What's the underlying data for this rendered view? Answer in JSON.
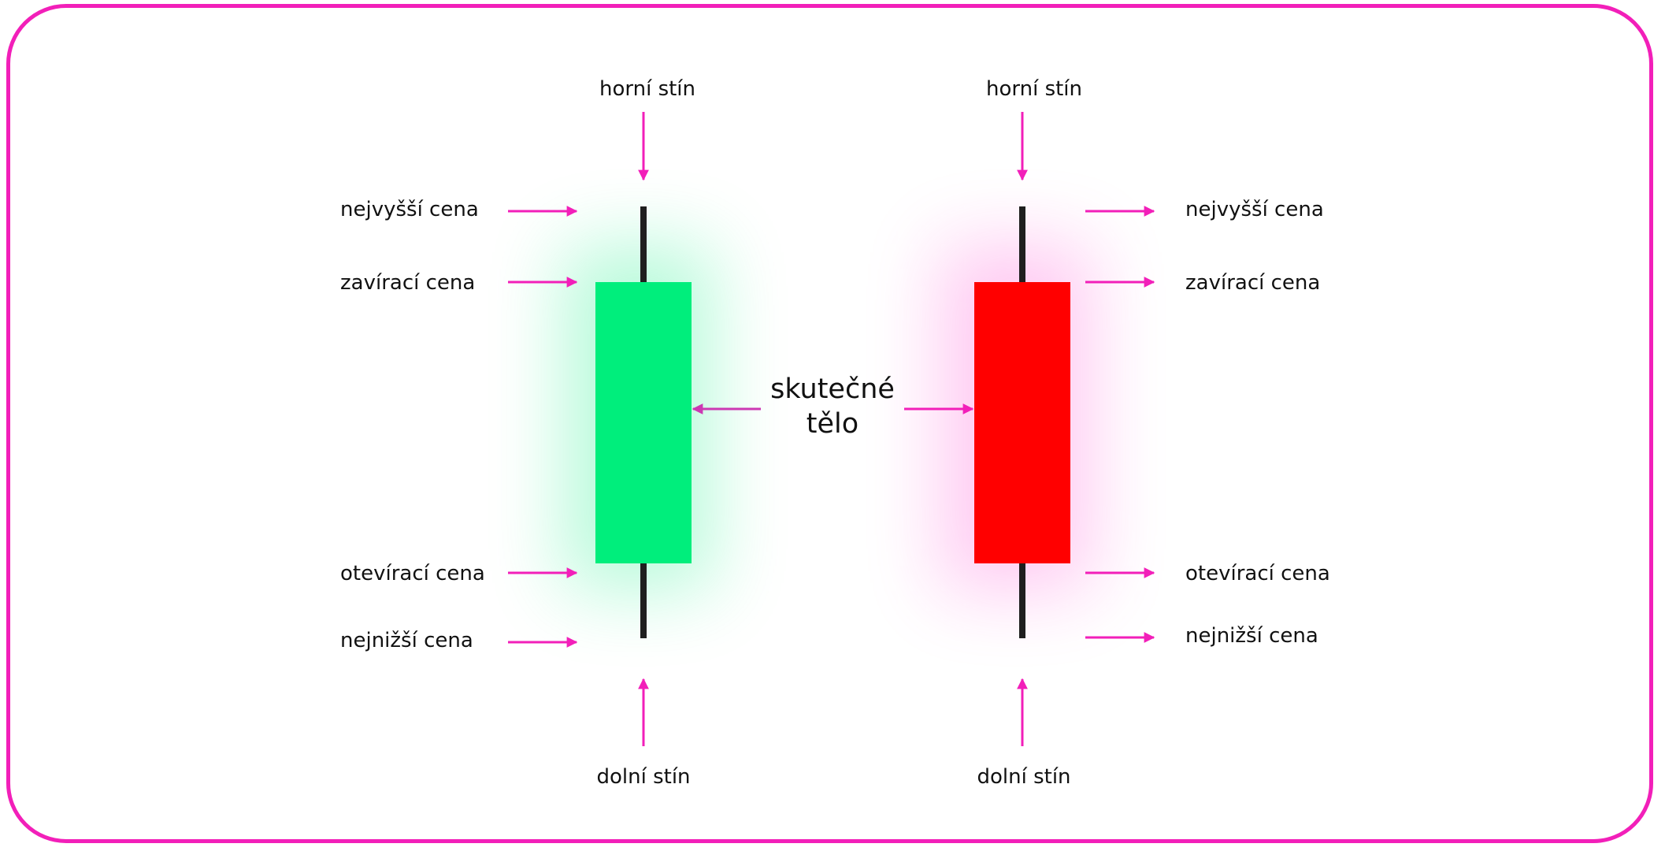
{
  "colors": {
    "accent": "#f21fb9",
    "bullish": "#00ee7c",
    "bearish": "#ff0000",
    "wick": "#1f1f1f",
    "body_arrow": "#cc38b3"
  },
  "diagram": {
    "upper_shadow": "horní stín",
    "lower_shadow": "dolní stín",
    "real_body_line1": "skutečné",
    "real_body_line2": "tělo",
    "high_price": "nejvyšší cena",
    "close_price": "zavírací cena",
    "open_price": "otevírací cena",
    "low_price": "nejnižší cena"
  }
}
